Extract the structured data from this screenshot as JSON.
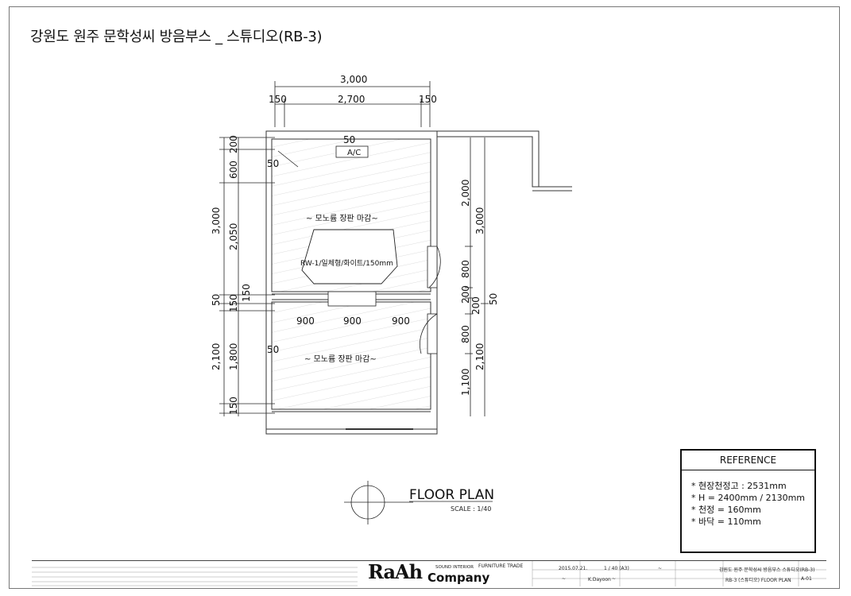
{
  "title": "강원도 원주 문학성씨 방음부스 _ 스튜디오(RB-3)",
  "dimensions": {
    "top_total": "3,000",
    "top_left": "150",
    "top_mid": "2,700",
    "top_right": "150",
    "left_200": "200",
    "left_600": "600",
    "left_3000": "3,000",
    "left_2050": "2,050",
    "left_50": "50",
    "left_150a": "150",
    "left_150b": "150",
    "left_2100": "2,100",
    "left_1800": "1,800",
    "left_150c": "150",
    "inner_50_top": "50",
    "inner_50_left1": "50",
    "inner_50_left2": "50",
    "right_2000": "2,000",
    "right_3000": "3,000",
    "right_800a": "800",
    "right_200a": "200",
    "right_200b": "200",
    "right_50": "50",
    "right_800b": "800",
    "right_2100": "2,100",
    "right_1100": "1,100",
    "d900a": "900",
    "d900b": "900",
    "d900c": "900"
  },
  "labels": {
    "ac": "A/C",
    "floor_finish_1": "~ 모노륨 장판 마감~",
    "floor_finish_2": "~ 모노륨 장판 마감~",
    "desk": "RW-1/일체형/화이트/150mm"
  },
  "floor_plan": {
    "title": "FLOOR PLAN",
    "scale": "SCALE : 1/40"
  },
  "reference": {
    "heading": "REFERENCE",
    "items": [
      "* 현장천정고 : 2531mm",
      "* H = 2400mm / 2130mm",
      "* 천정 = 160mm",
      "* 바닥 = 110mm"
    ]
  },
  "title_block": {
    "brand": "RaAh",
    "company": "Company",
    "sound_interior": "SOUND INTERIOR",
    "furniture": "FURNITURE TRADE",
    "date": "2015.07.21.",
    "scale": "1 / 40 (A3)",
    "drawn": "K.Dayoon",
    "project": "강원도 원주 문학성씨 방음부스 스튜디오(RB-3)",
    "drawing_title": "RB-3 (스튜디오) FLOOR PLAN",
    "page": "A-01",
    "dash1": "~",
    "dash2": "~",
    "dash3": "~"
  }
}
